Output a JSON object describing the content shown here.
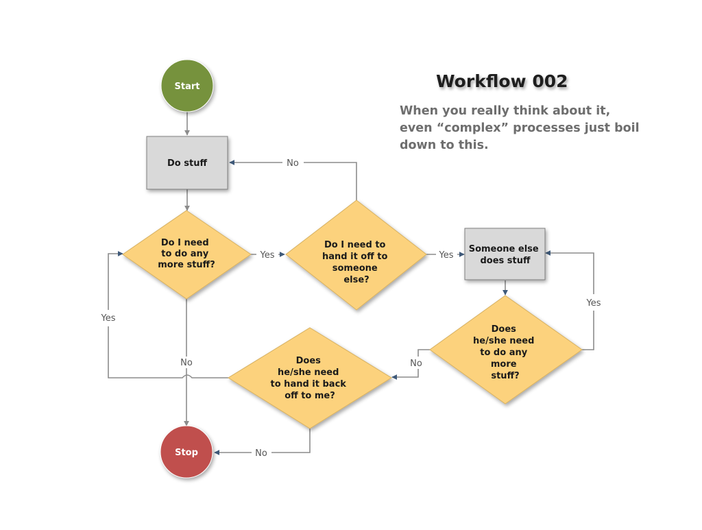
{
  "header": {
    "title": "Workflow 002",
    "subtitle": "When you really think about it, even “complex” processes just boil down to this."
  },
  "colors": {
    "start_fill": "#76923c",
    "stop_fill": "#c0504d",
    "process_fill": "#d9d9d9",
    "decision_fill": "#fcd27d",
    "connector": "#8c8c8c",
    "arrowhead": "#3f5a7a"
  },
  "nodes": {
    "start": {
      "label": "Start"
    },
    "do_stuff": {
      "label": "Do stuff"
    },
    "more_stuff": {
      "lines": [
        "Do I need",
        "to do any",
        "more stuff?"
      ]
    },
    "hand_off": {
      "lines": [
        "Do I need to",
        "hand it off to",
        "someone",
        "else?"
      ]
    },
    "someone_else": {
      "lines": [
        "Someone else",
        "does stuff"
      ]
    },
    "they_more_stuff": {
      "lines": [
        "Does",
        "he/she need",
        "to do any",
        "more",
        "stuff?"
      ]
    },
    "hand_back": {
      "lines": [
        "Does",
        "he/she need",
        "to hand it back",
        "off to me?"
      ]
    },
    "stop": {
      "label": "Stop"
    }
  },
  "edges": {
    "more_stuff_yes": "Yes",
    "hand_off_no": "No",
    "hand_off_yes": "Yes",
    "they_more_stuff_yes": "Yes",
    "they_more_stuff_no": "No",
    "hand_back_yes": "Yes",
    "more_stuff_no": "No",
    "hand_back_no": "No"
  }
}
